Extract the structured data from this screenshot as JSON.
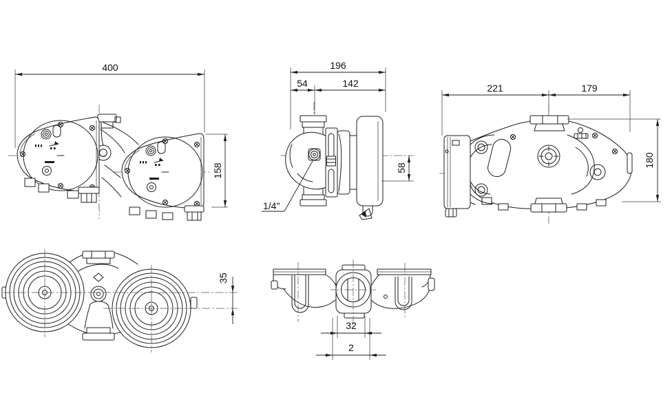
{
  "drawing": {
    "background": "#ffffff",
    "line_color": "#1c1c1c",
    "front_view": {
      "overall_width": "400",
      "box_height": "158"
    },
    "side_view": {
      "overall_depth": "196",
      "axis_to_front": "54",
      "axis_to_rear": "142",
      "axis_to_box_bottom": "58",
      "vent_plug_thread": "1/4\""
    },
    "top_view": {
      "axis_to_left_end": "221",
      "axis_to_right_end": "179",
      "overall_width": "180"
    },
    "motor_end_view": {
      "head_offset": "35"
    },
    "port_view": {
      "port_bore": "32",
      "port_thread": "2"
    }
  }
}
